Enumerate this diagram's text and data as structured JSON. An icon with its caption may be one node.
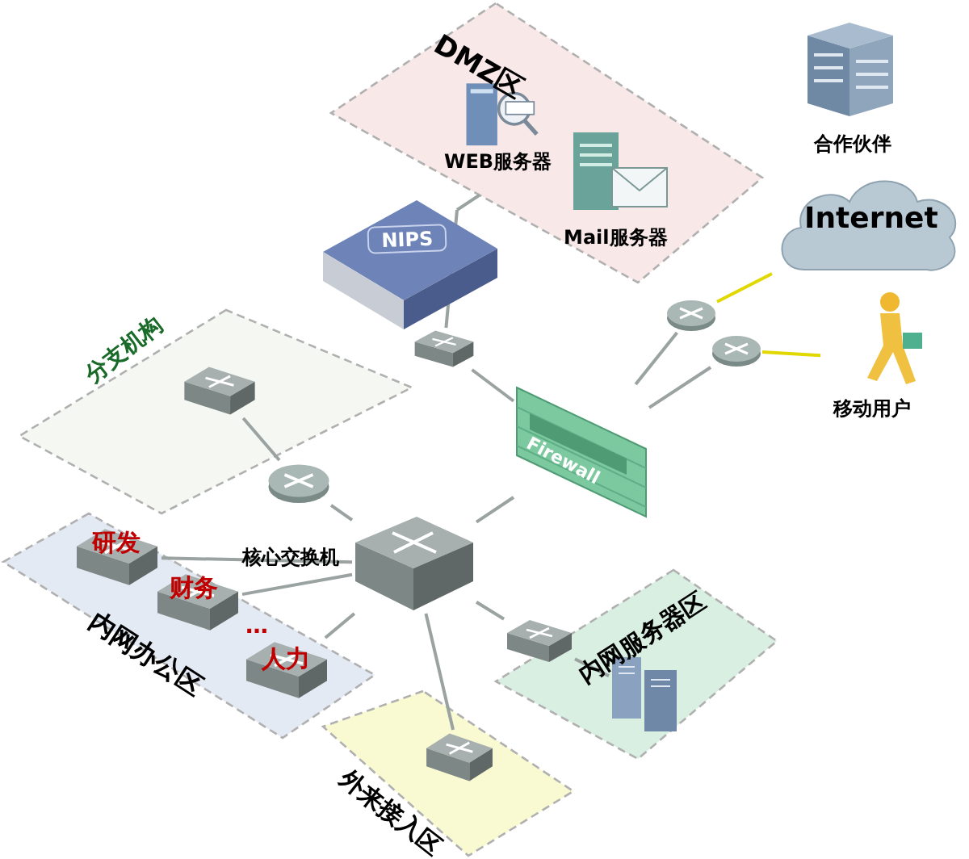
{
  "diagram": {
    "nodes": [
      {
        "text": [
          "DMZ区"
        ]
      },
      {
        "text": [
          "WEB服务器"
        ],
        "in": 0
      },
      {
        "text": [
          "Mail服务器"
        ],
        "in": 0
      },
      {
        "text": [
          "合作伙伴"
        ]
      },
      {
        "text": [
          "Internet"
        ]
      },
      {
        "text": [
          "NIPS"
        ]
      },
      {
        "text": [
          "分支机构"
        ]
      },
      {
        "text": [
          "Firewall"
        ]
      },
      {
        "text": [],
        "shape": "circle"
      },
      {
        "text": [],
        "shape": "circle"
      },
      {
        "text": [
          "移动用户"
        ]
      },
      {
        "text": [],
        "shape": "box"
      },
      {
        "text": [],
        "shape": "circle"
      },
      {
        "text": [],
        "shape": "box",
        "in": 6
      },
      {
        "text": [
          "核心交换机"
        ]
      },
      {
        "text": [
          "内网办公区"
        ]
      },
      {
        "text": [
          "研发"
        ],
        "in": 15
      },
      {
        "text": [
          "财务"
        ],
        "in": 15
      },
      {
        "text": [
          "人力"
        ],
        "in": 15
      },
      {
        "text": [],
        "shape": "box"
      },
      {
        "text": [
          "内网服务器区"
        ]
      },
      {
        "text": [],
        "shape": "picture",
        "in": 20
      },
      {
        "text": [
          "外来接入区"
        ]
      },
      {
        "text": [],
        "shape": "box",
        "in": 22
      }
    ],
    "edges": [
      {
        "from": 5,
        "to": 0,
        "arrow": "none"
      },
      {
        "from": 5,
        "to": 11,
        "arrow": "none"
      },
      {
        "from": 11,
        "to": 7,
        "arrow": "none"
      },
      {
        "from": 7,
        "to": 8,
        "arrow": "none"
      },
      {
        "from": 7,
        "to": 9,
        "arrow": "none"
      },
      {
        "from": 8,
        "to": 4,
        "arrow": "none",
        "color": "#e0d800"
      },
      {
        "from": 9,
        "to": 10,
        "arrow": "none",
        "color": "#e0d800"
      },
      {
        "from": 7,
        "to": 14,
        "arrow": "none"
      },
      {
        "from": 13,
        "to": 12,
        "arrow": "none"
      },
      {
        "from": 12,
        "to": 14,
        "arrow": "none"
      },
      {
        "from": 14,
        "to": 16,
        "arrow": "none"
      },
      {
        "from": 14,
        "to": 17,
        "arrow": "none"
      },
      {
        "from": 14,
        "to": 18,
        "arrow": "none"
      },
      {
        "from": 14,
        "to": 19,
        "arrow": "none"
      },
      {
        "from": 19,
        "to": 21,
        "arrow": "none"
      },
      {
        "from": 14,
        "to": 23,
        "arrow": "none"
      }
    ],
    "labels": [
      "…"
    ]
  }
}
